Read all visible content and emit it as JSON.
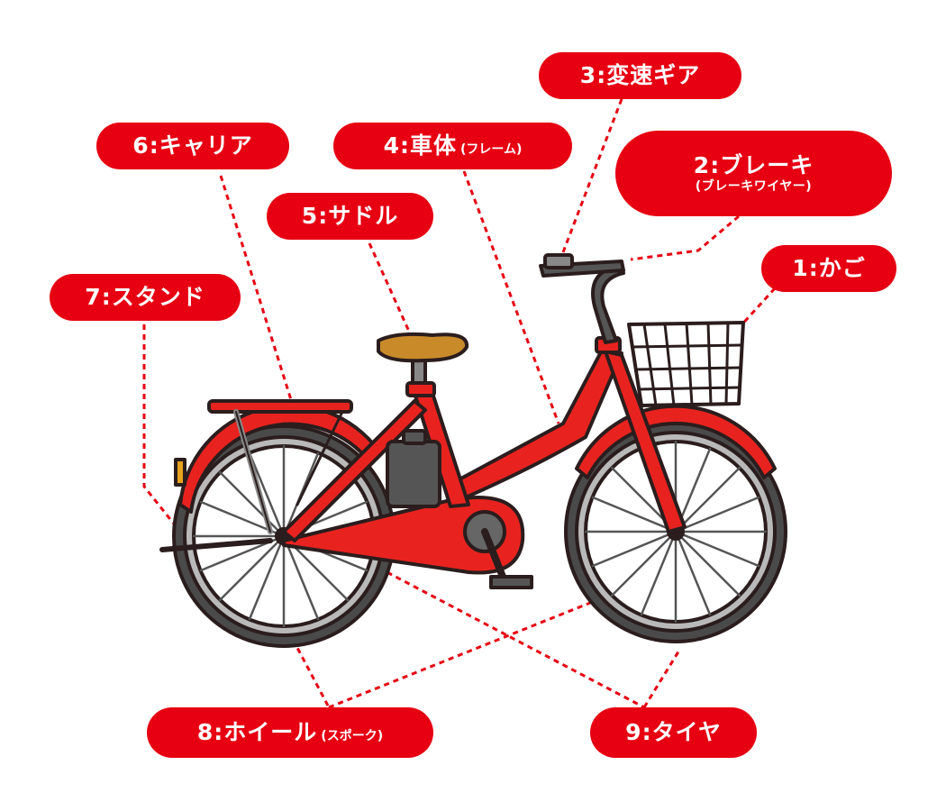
{
  "colors": {
    "label_bg": "#e60012",
    "label_text": "#ffffff",
    "frame": "#e8231f",
    "outline": "#2b1d1d",
    "saddle": "#c98a2a",
    "tire": "#4a4a4a",
    "rim": "#b9b9b9",
    "battery": "#555555",
    "leader_line": "#e60012"
  },
  "labels": {
    "basket": {
      "main": "1:かご"
    },
    "brake": {
      "main": "2:ブレーキ",
      "sub": "(ブレーキワイヤー)"
    },
    "gear": {
      "main": "3:変速ギア"
    },
    "frame": {
      "main": "4:車体",
      "sub": "(フレーム)"
    },
    "saddle": {
      "main": "5:サドル"
    },
    "carrier": {
      "main": "6:キャリア"
    },
    "stand": {
      "main": "7:スタンド"
    },
    "wheel": {
      "main": "8:ホイール",
      "sub": "(スポーク)"
    },
    "tire": {
      "main": "9:タイヤ"
    }
  },
  "icons": {
    "illustration": "electric-bicycle"
  }
}
